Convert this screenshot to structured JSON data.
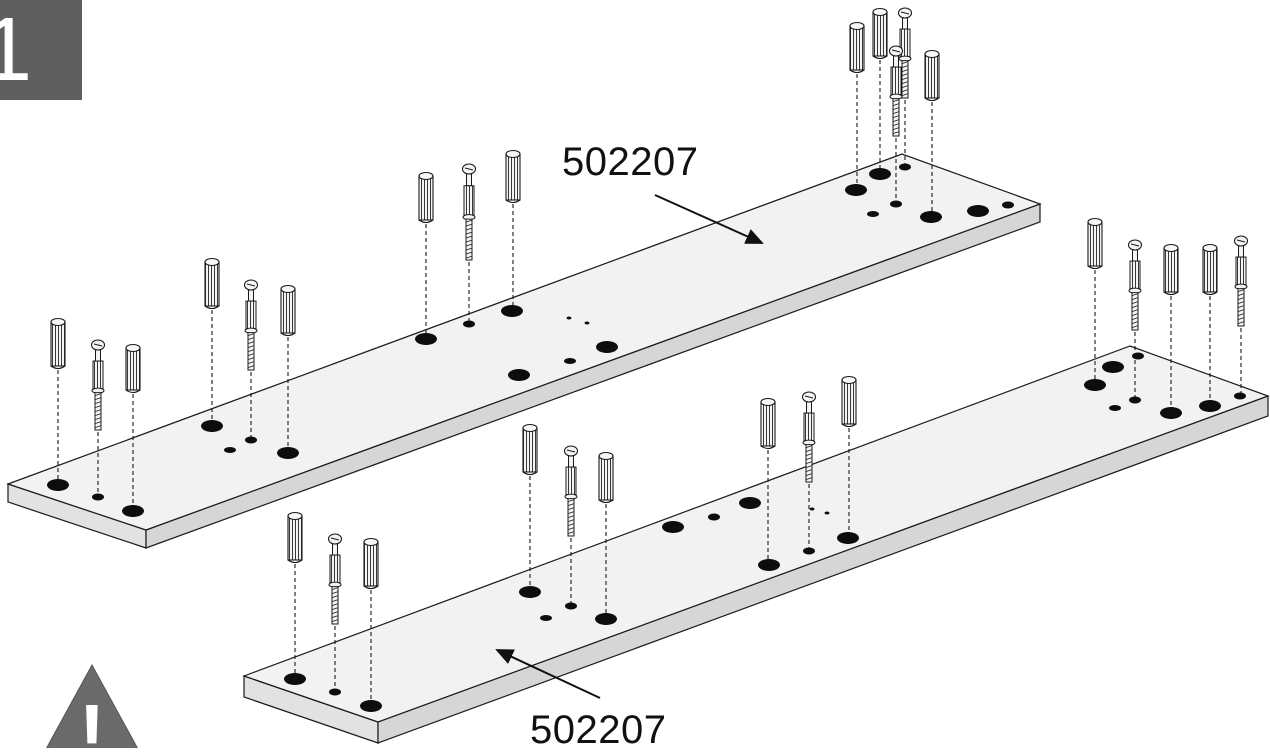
{
  "step": {
    "number": "1"
  },
  "labels": {
    "top_part": "502207",
    "bottom_part": "502207"
  },
  "warning": {
    "symbol": "!"
  },
  "icons": {
    "warning": "warning-triangle-icon",
    "dowel": "dowel-icon",
    "cam_bolt": "cam-bolt-icon",
    "arrow": "leader-arrow-icon"
  },
  "colors": {
    "badge": "#5f5f5f",
    "panel_top": "#f2f2f2",
    "panel_side": "#e0e0e0",
    "line": "#1a1a1a",
    "hole": "#0d0d0d"
  }
}
